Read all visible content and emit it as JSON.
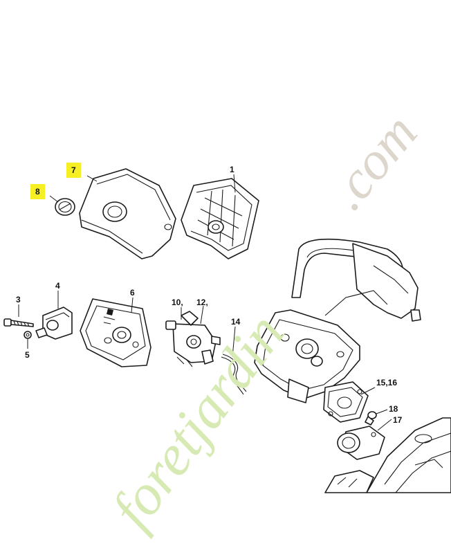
{
  "labels": {
    "l7": "7",
    "l8": "8",
    "l1": "1",
    "l3": "3",
    "l4": "4",
    "l5": "5",
    "l6": "6",
    "l10": "10,",
    "l12": "12,",
    "l14": "14",
    "l1516": "15,16",
    "l18": "18",
    "l17": "17"
  },
  "watermark": {
    "brand": "foretjardin",
    "suffix": ".com"
  },
  "colors": {
    "highlight": "#f5ef24",
    "watermark_brand": "#d7eab3",
    "watermark_suffix": "#ddd6cc",
    "line": "#1a1a1a"
  }
}
